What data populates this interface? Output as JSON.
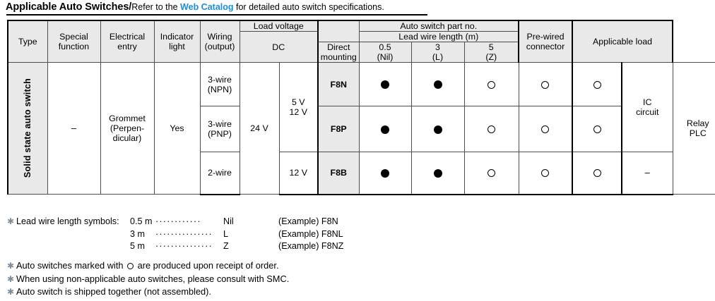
{
  "header": {
    "title_bold": "Applicable Auto Switches/",
    "title_pre": "Refer to the ",
    "title_link": "Web Catalog",
    "title_post": " for detailed auto switch specifications."
  },
  "table": {
    "headers": {
      "type": "Type",
      "special_function": "Special\nfunction",
      "special_function_l1": "Special",
      "special_function_l2": "function",
      "electrical_entry_l1": "Electrical",
      "electrical_entry_l2": "entry",
      "indicator_light_l1": "Indicator",
      "indicator_light_l2": "light",
      "wiring_l1": "Wiring",
      "wiring_l2": "(output)",
      "load_voltage": "Load voltage",
      "dc": "DC",
      "auto_switch_part_no": "Auto switch part no.",
      "direct_mounting_l1": "Direct",
      "direct_mounting_l2": "mounting",
      "lead_wire_length": "Lead wire length (m)",
      "len_05_l1": "0.5",
      "len_05_l2": "(Nil)",
      "len_3_l1": "3",
      "len_3_l2": "(L)",
      "len_5_l1": "5",
      "len_5_l2": "(Z)",
      "prewired_l1": "Pre-wired",
      "prewired_l2": "connector",
      "applicable_load": "Applicable load"
    },
    "type_label": "Solid state auto switch",
    "special_function": "–",
    "electrical_entry_l1": "Grommet",
    "electrical_entry_l2": "(Perpen-",
    "electrical_entry_l3": "dicular)",
    "indicator_light": "Yes",
    "dc_24v": "24 V",
    "rows": [
      {
        "wiring_l1": "3-wire",
        "wiring_l2": "(NPN)",
        "part_no": "F8N",
        "direct_mounting": "filled",
        "len_05": "filled",
        "len_3": "open",
        "len_5": "open",
        "prewired": "open"
      },
      {
        "wiring_l1": "3-wire",
        "wiring_l2": "(PNP)",
        "part_no": "F8P",
        "direct_mounting": "filled",
        "len_05": "filled",
        "len_3": "open",
        "len_5": "open",
        "prewired": "open"
      },
      {
        "wiring_l1": "2-wire",
        "wiring_l2": "",
        "part_no": "F8B",
        "direct_mounting": "filled",
        "len_05": "filled",
        "len_3": "open",
        "len_5": "open",
        "prewired": "open"
      }
    ],
    "voltage_5_12_l1": "5 V",
    "voltage_5_12_l2": "12 V",
    "voltage_12": "12 V",
    "load_ic_l1": "IC",
    "load_ic_l2": "circuit",
    "load_dash": "–",
    "load_relay_l1": "Relay",
    "load_relay_l2": "PLC"
  },
  "notes": {
    "lead_label": "Lead wire length symbols:",
    "lead_rows": [
      {
        "length": "0.5 m",
        "dots": "············",
        "symbol": "Nil",
        "example": "(Example) F8N"
      },
      {
        "length": "3 m",
        "dots": "···············",
        "symbol": "L",
        "example": "(Example) F8NL"
      },
      {
        "length": "5 m",
        "dots": "···············",
        "symbol": "Z",
        "example": "(Example) F8NZ"
      }
    ],
    "bullets_pre": "Auto switches marked with ",
    "bullets_post": " are produced upon receipt of order.",
    "bullet2": "When using non-applicable auto switches, please consult with SMC.",
    "bullet3": "Auto switch is shipped together (not assembled)."
  },
  "colors": {
    "link": "#1a8ed6",
    "header_bg": "#e9e9e9",
    "grid": "#4d4d4d",
    "asterisk": "#7f8c9a"
  }
}
